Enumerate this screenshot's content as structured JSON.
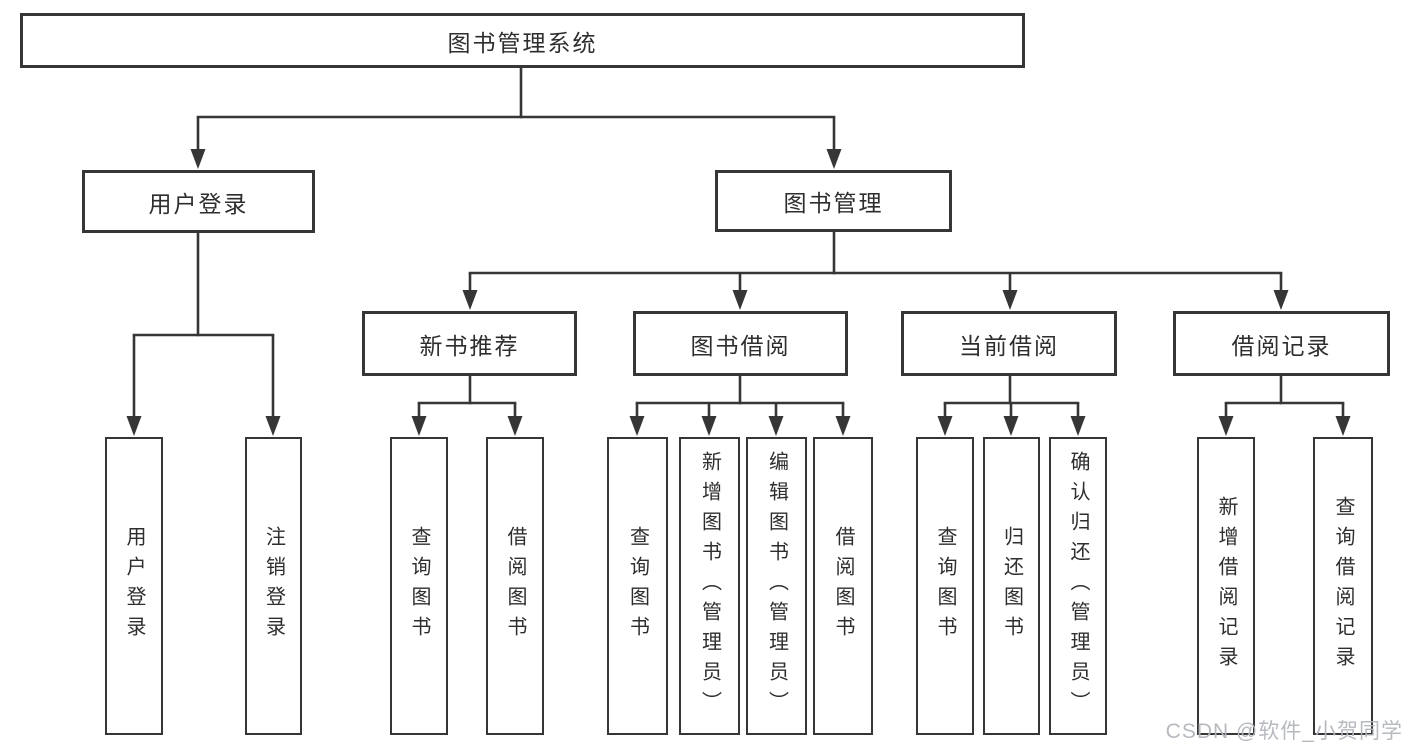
{
  "tree": {
    "label": "图书管理系统",
    "children": [
      {
        "label": "用户登录",
        "children": [
          {
            "label": "用户登录"
          },
          {
            "label": "注销登录"
          }
        ]
      },
      {
        "label": "图书管理",
        "children": [
          {
            "label": "新书推荐",
            "children": [
              {
                "label": "查询图书"
              },
              {
                "label": "借阅图书"
              }
            ]
          },
          {
            "label": "图书借阅",
            "children": [
              {
                "label": "查询图书"
              },
              {
                "label": "新增图书（管理员）"
              },
              {
                "label": "编辑图书（管理员）"
              },
              {
                "label": "借阅图书"
              }
            ]
          },
          {
            "label": "当前借阅",
            "children": [
              {
                "label": "查询图书"
              },
              {
                "label": "归还图书"
              },
              {
                "label": "确认归还（管理员）"
              }
            ]
          },
          {
            "label": "借阅记录",
            "children": [
              {
                "label": "新增借阅记录"
              },
              {
                "label": "查询借阅记录"
              }
            ]
          }
        ]
      }
    ]
  },
  "watermark": {
    "text": "CSDN @软件_小贺同学"
  },
  "colors": {
    "line": "#363636",
    "box_border": "#363636",
    "text": "#2e2e2e",
    "background": "#ffffff",
    "watermark": "#b2b6bc"
  }
}
